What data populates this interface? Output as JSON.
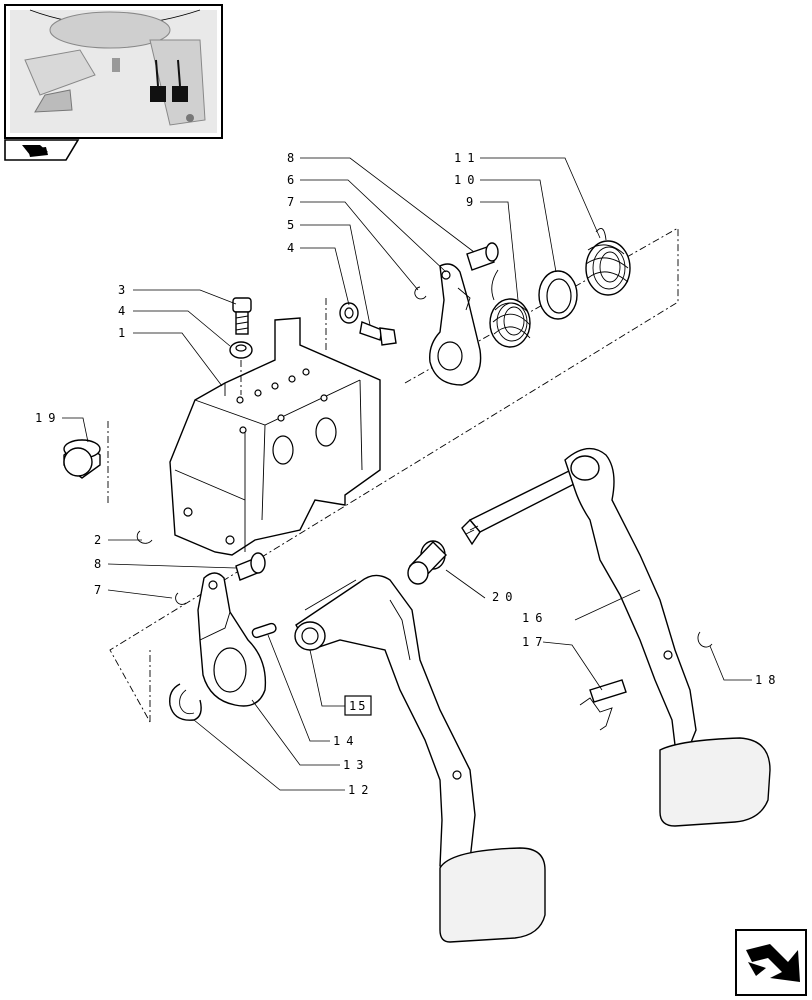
{
  "diagram": {
    "callouts": [
      {
        "id": "c3",
        "text": "3"
      },
      {
        "id": "c4a",
        "text": "4"
      },
      {
        "id": "c1",
        "text": "1"
      },
      {
        "id": "c8a",
        "text": "8"
      },
      {
        "id": "c6",
        "text": "6"
      },
      {
        "id": "c7a",
        "text": "7"
      },
      {
        "id": "c5",
        "text": "5"
      },
      {
        "id": "c4b",
        "text": "4"
      },
      {
        "id": "c11",
        "text": "11"
      },
      {
        "id": "c10",
        "text": "10"
      },
      {
        "id": "c9",
        "text": "9"
      },
      {
        "id": "c19",
        "text": "19"
      },
      {
        "id": "c2",
        "text": "2"
      },
      {
        "id": "c8b",
        "text": "8"
      },
      {
        "id": "c7b",
        "text": "7"
      },
      {
        "id": "c20",
        "text": "20"
      },
      {
        "id": "c16",
        "text": "16"
      },
      {
        "id": "c17",
        "text": "17"
      },
      {
        "id": "c18",
        "text": "18"
      },
      {
        "id": "c15",
        "text": "15"
      },
      {
        "id": "c14",
        "text": "14"
      },
      {
        "id": "c13",
        "text": "13"
      },
      {
        "id": "c12",
        "text": "12"
      }
    ],
    "icons": {
      "book": "book-icon",
      "navigate": "navigation-arrow-icon"
    }
  }
}
